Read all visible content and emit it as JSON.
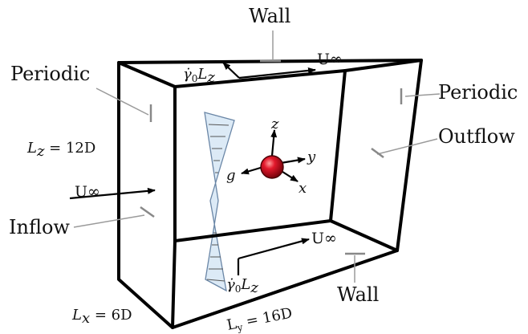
{
  "labels": {
    "wall_top": "Wall",
    "wall_bottom": "Wall",
    "periodic_left": "Periodic",
    "periodic_right": "Periodic",
    "outflow": "Outflow",
    "inflow": "Inflow"
  },
  "dimensions": {
    "lz": "L",
    "lz_sub": "z",
    "lz_val": " = 12D",
    "lx": "L",
    "lx_sub": "x",
    "lx_val": " = 6D",
    "ly": "L",
    "ly_sub": "y",
    "ly_val": " = 16D"
  },
  "flow": {
    "u_inf": "U∞",
    "shear_top": "γ̇",
    "shear_top_sub": "0",
    "shear_top_l": "L",
    "shear_top_lsub": "z",
    "shear_bottom": "γ̇",
    "shear_bottom_sub": "0",
    "shear_bottom_l": "L",
    "shear_bottom_lsub": "z"
  },
  "axes": {
    "z": "z",
    "y": "y",
    "x": "x",
    "g": "g"
  },
  "colors": {
    "profile_fill": "#dceaf6",
    "profile_stroke": "#6a86a6",
    "particle": "#d0001a",
    "particle_highlight": "#ff9a9a"
  }
}
